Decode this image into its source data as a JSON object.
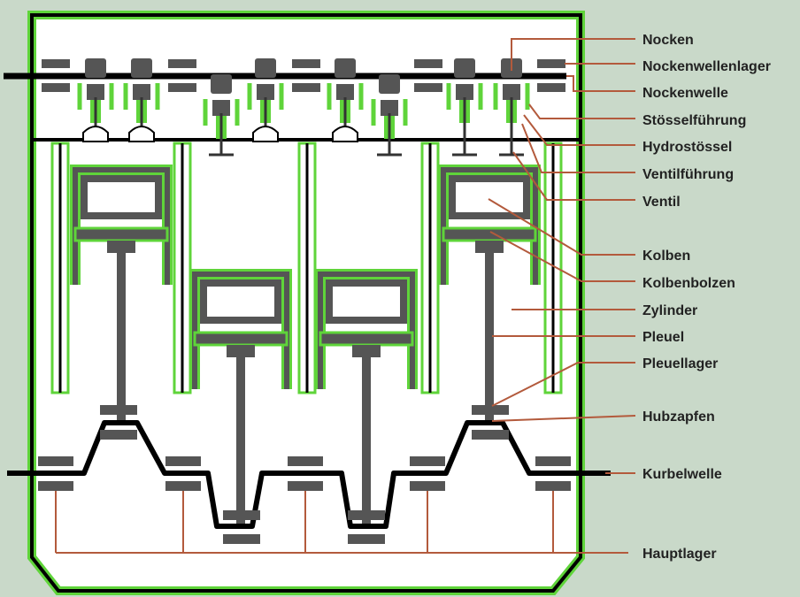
{
  "colors": {
    "background": "#c9d9c9",
    "block_fill": "#ffffff",
    "outline": "#000000",
    "highlight": "#5fd43a",
    "part_gray": "#555555",
    "leader_line": "#b35a3c"
  },
  "labels": [
    {
      "id": "nocken",
      "text": "Nocken"
    },
    {
      "id": "nockenwellenlager",
      "text": "Nockenwellenlager"
    },
    {
      "id": "nockenwelle",
      "text": "Nockenwelle"
    },
    {
      "id": "stoesselfuehrung",
      "text": "Stösselführung"
    },
    {
      "id": "hydrostoessel",
      "text": "Hydrostössel"
    },
    {
      "id": "ventilfuehrung",
      "text": "Ventilführung"
    },
    {
      "id": "ventil",
      "text": "Ventil"
    },
    {
      "id": "kolben",
      "text": "Kolben"
    },
    {
      "id": "kolbenbolzen",
      "text": "Kolbenbolzen"
    },
    {
      "id": "zylinder",
      "text": "Zylinder"
    },
    {
      "id": "pleuel",
      "text": "Pleuel"
    },
    {
      "id": "pleuellager",
      "text": "Pleuellager"
    },
    {
      "id": "hubzapfen",
      "text": "Hubzapfen"
    },
    {
      "id": "kurbelwelle",
      "text": "Kurbelwelle"
    },
    {
      "id": "hauptlager",
      "text": "Hauptlager"
    }
  ]
}
